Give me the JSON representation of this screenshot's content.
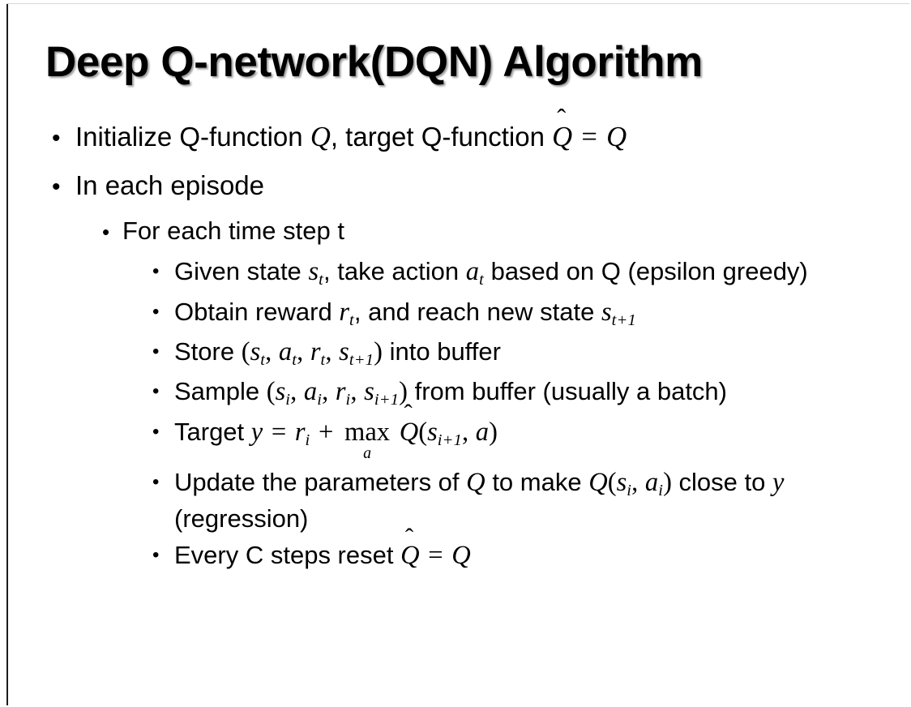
{
  "slide": {
    "title": "Deep Q-network(DQN) Algorithm",
    "background_color": "#ffffff",
    "text_color": "#000000",
    "edge_rule_color": "#1c1c1c"
  },
  "bullets": {
    "initialize": {
      "lead": "Initialize Q-function",
      "var_q": "Q",
      "mid": ", target Q-function",
      "qhat": "Q",
      "equals": "=",
      "var_q2": "Q"
    },
    "in_each_episode": "In each episode",
    "for_each_time_step": "For each time step t",
    "given_state": {
      "lead": "Given state",
      "s": "s",
      "s_sub": "t",
      "mid": ", take action",
      "a": "a",
      "a_sub": "t",
      "tail": "based on Q (epsilon greedy)"
    },
    "obtain_reward": {
      "lead": "Obtain reward",
      "r": "r",
      "r_sub": "t",
      "mid": ", and reach new state",
      "s": "s",
      "s_sub": "t+1"
    },
    "store": {
      "lead": "Store",
      "open": "(",
      "s1": "s",
      "s1_sub": "t",
      "c1": ",",
      "a1": "a",
      "a1_sub": "t",
      "c2": ",",
      "r1": "r",
      "r1_sub": "t",
      "c3": ",",
      "s2": "s",
      "s2_sub": "t+1",
      "close": ")",
      "tail": "into buffer"
    },
    "sample": {
      "lead": "Sample",
      "open": "(",
      "s1": "s",
      "s1_sub": "i",
      "c1": ",",
      "a1": "a",
      "a1_sub": "i",
      "c2": ",",
      "r1": "r",
      "r1_sub": "i",
      "c3": ",",
      "s2": "s",
      "s2_sub": "i+1",
      "close": ")",
      "tail": "from buffer (usually a batch)"
    },
    "target": {
      "lead": "Target",
      "y": "y",
      "equals": "=",
      "r": "r",
      "r_sub": "i",
      "plus": "+",
      "max_op": "max",
      "max_lim": "a",
      "qhat": "Q",
      "open": "(",
      "s": "s",
      "s_sub": "i+1",
      "comma": ",",
      "a": "a",
      "close": ")"
    },
    "update": {
      "lead": "Update the parameters of",
      "q1": "Q",
      "mid": "to make",
      "q2": "Q",
      "open": "(",
      "s": "s",
      "s_sub": "i",
      "comma": ",",
      "a": "a",
      "a_sub": "i",
      "close": ")",
      "tail": "close to",
      "y": "y",
      "tail2": "(regression)"
    },
    "every_c_steps": {
      "lead": "Every C steps reset",
      "qhat": "Q",
      "equals": "=",
      "q": "Q"
    }
  }
}
